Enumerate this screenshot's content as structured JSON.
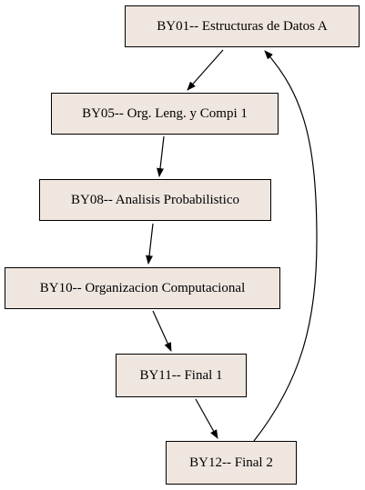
{
  "colors": {
    "node_fill": "#efe6e0",
    "node_border": "#000000",
    "edge": "#000000",
    "background": "#ffffff"
  },
  "nodes": [
    {
      "id": "by01",
      "label": "BY01-- Estructuras de Datos A"
    },
    {
      "id": "by05",
      "label": "BY05-- Org. Leng. y Compi 1"
    },
    {
      "id": "by08",
      "label": "BY08-- Analisis Probabilistico"
    },
    {
      "id": "by10",
      "label": "BY10-- Organizacion Computacional"
    },
    {
      "id": "by11",
      "label": "BY11-- Final 1"
    },
    {
      "id": "by12",
      "label": "BY12-- Final 2"
    }
  ],
  "edges": [
    {
      "from": "by01",
      "to": "by05"
    },
    {
      "from": "by05",
      "to": "by08"
    },
    {
      "from": "by08",
      "to": "by10"
    },
    {
      "from": "by10",
      "to": "by11"
    },
    {
      "from": "by11",
      "to": "by12"
    },
    {
      "from": "by12",
      "to": "by01"
    }
  ]
}
